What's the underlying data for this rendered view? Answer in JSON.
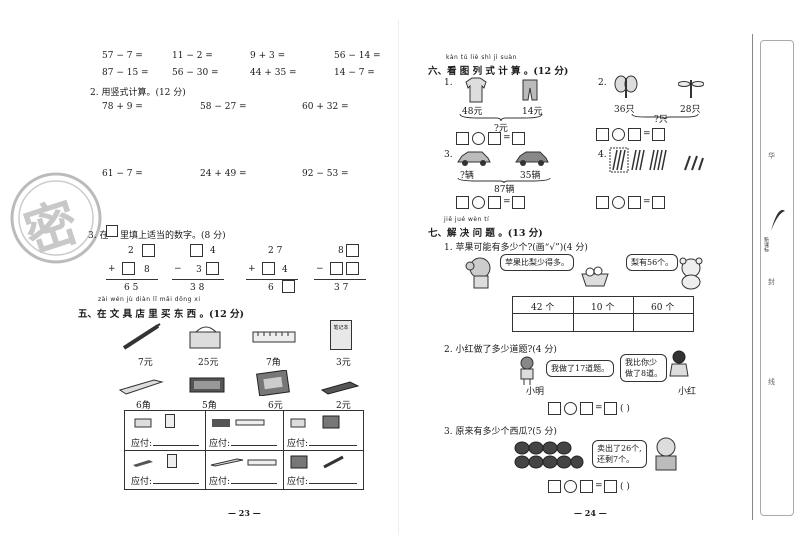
{
  "left": {
    "calc_rows": [
      [
        "57 − 7 =",
        "11 − 2 =",
        "9 + 3 =",
        "56 − 14 ="
      ],
      [
        "87 − 15 =",
        "56 − 30 =",
        "44 + 35 =",
        "14 − 7 ="
      ]
    ],
    "q2_title": "2. 用竖式计算。(12 分)",
    "vertical_row1": [
      "78 + 9 =",
      "58 − 27 =",
      "60 + 32 ="
    ],
    "vertical_row2": [
      "61 − 7 =",
      "24 + 49 =",
      "92 − 53 ="
    ],
    "q3_title_a": "3. 在",
    "q3_title_b": "里填上适当的数字。(8 分)",
    "q3_problems": [
      {
        "top": "2",
        "op": "+",
        "mid": "8",
        "res": "6  5"
      },
      {
        "top": "4",
        "op": "−",
        "mid": "3",
        "res": "3  8"
      },
      {
        "top": "2  7",
        "op": "+",
        "mid": "4",
        "res": "6"
      },
      {
        "top": "8",
        "op": "−",
        "mid": "",
        "res": "3  7"
      }
    ],
    "q5_pinyin": "zài wén jù diàn lǐ mǎi dōng xi",
    "q5_title": "五、在 文 具 店 里 买 东 西 。(12 分)",
    "items_row1": [
      {
        "icon": "pen-icon",
        "price": "7元"
      },
      {
        "icon": "sharpener-icon",
        "price": "25元"
      },
      {
        "icon": "ruler-icon",
        "price": "7角"
      },
      {
        "icon": "notebook-icon",
        "price": "3元",
        "label": "笔记本"
      }
    ],
    "items_row2": [
      {
        "icon": "knife-icon",
        "price": "6角"
      },
      {
        "icon": "eraser-icon",
        "price": "5角"
      },
      {
        "icon": "pencil-box-icon",
        "price": "6元"
      },
      {
        "icon": "stapler-icon",
        "price": "2元"
      }
    ],
    "pay_label": "应付:",
    "page_number": "— 23 —",
    "stamp_text": "密"
  },
  "right": {
    "q6_pinyin": "kàn tú liè shì jì suàn",
    "q6_title": "六、看 图 列 式 计 算 。(12 分)",
    "q6_items": [
      {
        "num": "1.",
        "a": "48元",
        "b": "14元",
        "q": "?元"
      },
      {
        "num": "2.",
        "a": "36只",
        "b": "28只",
        "q": "?只"
      },
      {
        "num": "3.",
        "a": "?辆",
        "b": "35辆",
        "total": "87辆"
      },
      {
        "num": "4.",
        "note": ""
      }
    ],
    "q7_pinyin": "jiě jué wèn tí",
    "q7_title": "七、解 决 问 题 。(13 分)",
    "q7_1_title": "1. 苹果可能有多少个?(画“√”)(4 分)",
    "q7_1_bubble1": "苹果比梨少得多。",
    "q7_1_bubble2": "梨有56个。",
    "q7_1_options": [
      "42 个",
      "10 个",
      "60 个"
    ],
    "q7_2_title": "2. 小红做了多少道题?(4 分)",
    "q7_2_bubble1": "我做了17道题。",
    "q7_2_bubble2a": "我比你少",
    "q7_2_bubble2b": "做了8道。",
    "q7_2_name1": "小明",
    "q7_2_name2": "小红",
    "q7_3_title": "3. 原来有多少个西瓜?(5 分)",
    "q7_3_bubble_a": "卖出了26个,",
    "q7_3_bubble_b": "还剩7个。",
    "paren": "(        )",
    "page_number": "— 24 —"
  },
  "side": {
    "brand": "新课标",
    "vertical_text_1": "华",
    "vertical_text_2": "封",
    "vertical_text_3": "线"
  }
}
